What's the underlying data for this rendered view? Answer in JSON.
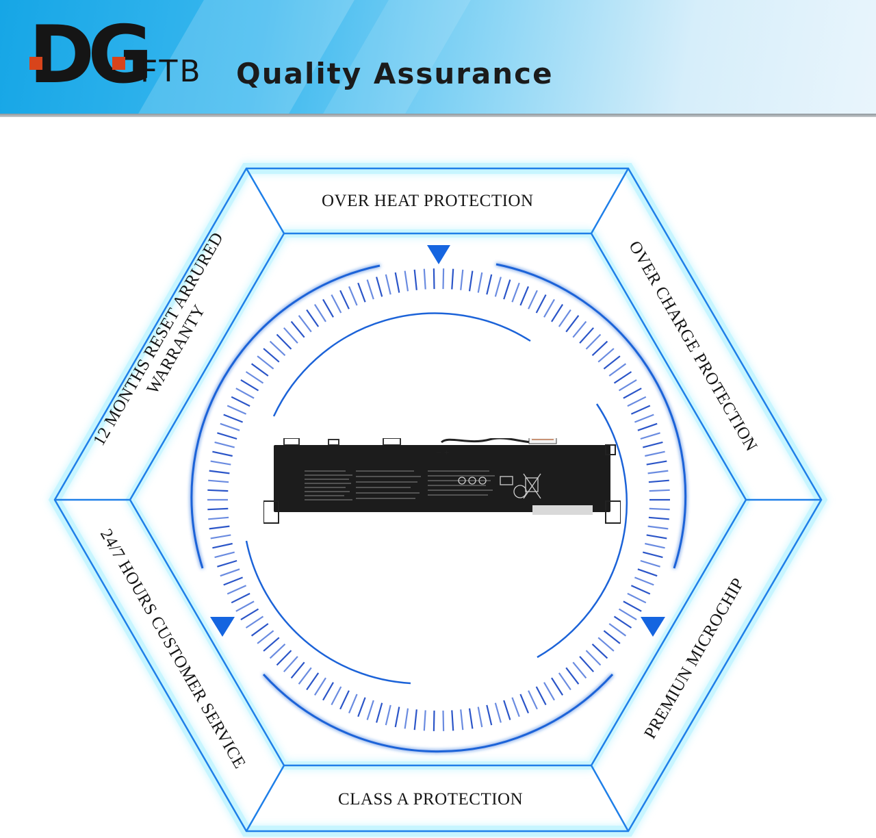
{
  "header": {
    "brand_mark": "DG",
    "brand_name": "FTB",
    "tagline": "Quality Assurance"
  },
  "features": {
    "top": "OVER HEAT PROTECTION",
    "upper_right": "OVER CHARGE PROTECTION",
    "lower_right": "PREMIUN MICROCHIP",
    "bottom": "CLASS A PROTECTION",
    "lower_left": "24/7 HOURS CUSTOMER SERVICE",
    "upper_left_line1": "12 MONTHS RESET ARRURED",
    "upper_left_line2": "WARRANTY"
  },
  "colors": {
    "brand_accent": "#d8441b",
    "hex_frame": "#1f7fe8",
    "hex_glow": "#8fe8ff",
    "arrow": "#1565e0",
    "battery_body": "#1c1c1c"
  }
}
